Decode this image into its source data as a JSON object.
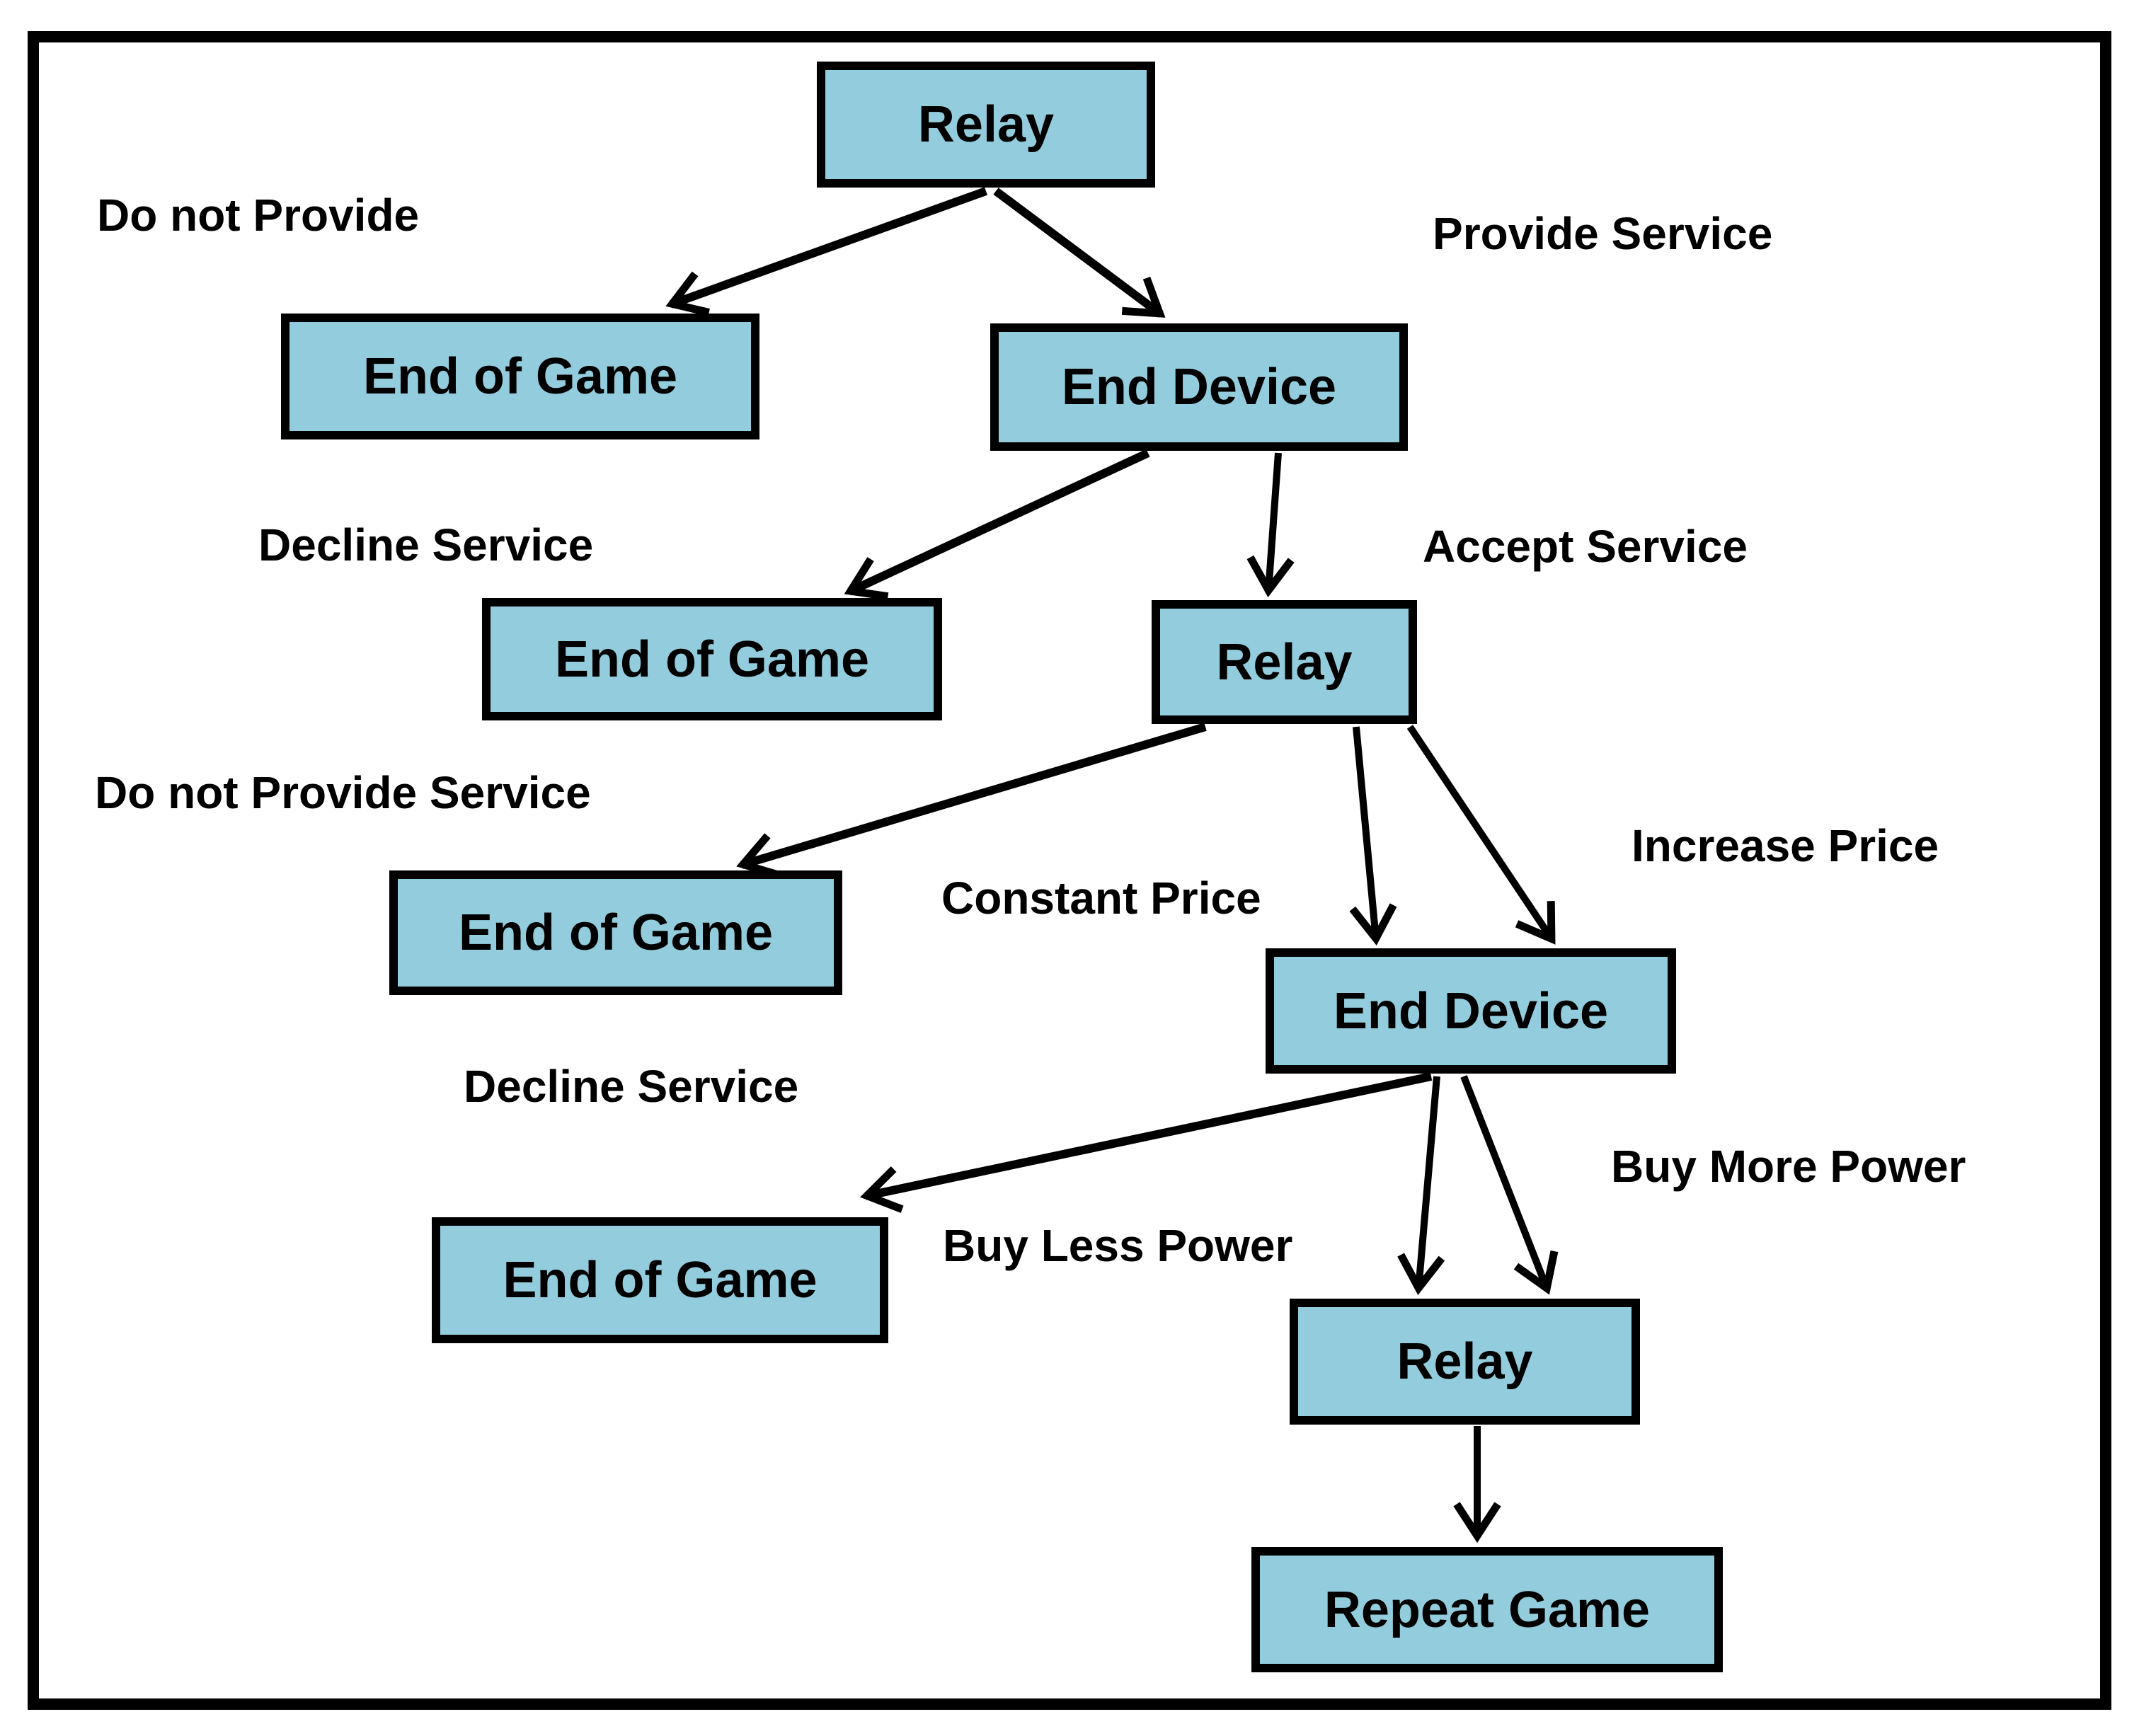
{
  "figure": {
    "type": "game-tree-flowchart",
    "background_color": "#ffffff",
    "outer_border_color": "#000000",
    "node_fill_color": "#93CDDD",
    "node_border_color": "#000000",
    "text_color": "#000000"
  },
  "nodes": [
    {
      "id": "relay-top",
      "label": "Relay"
    },
    {
      "id": "eog1",
      "label": "End of Game"
    },
    {
      "id": "ed1",
      "label": "End Device"
    },
    {
      "id": "eog2",
      "label": "End of Game"
    },
    {
      "id": "relay-mid",
      "label": "Relay"
    },
    {
      "id": "eog3",
      "label": "End of Game"
    },
    {
      "id": "ed2",
      "label": "End Device"
    },
    {
      "id": "eog4",
      "label": "End of Game"
    },
    {
      "id": "relay-bot",
      "label": "Relay"
    },
    {
      "id": "repeat",
      "label": "Repeat Game"
    }
  ],
  "edge_labels": [
    {
      "id": "do-not-provide",
      "text": "Do not Provide"
    },
    {
      "id": "provide-service",
      "text": "Provide Service"
    },
    {
      "id": "decline-service-1",
      "text": "Decline Service"
    },
    {
      "id": "accept-service",
      "text": "Accept Service"
    },
    {
      "id": "do-not-provide-service",
      "text": "Do not Provide Service"
    },
    {
      "id": "constant-price",
      "text": "Constant Price"
    },
    {
      "id": "increase-price",
      "text": "Increase Price"
    },
    {
      "id": "decline-service-2",
      "text": "Decline Service"
    },
    {
      "id": "buy-less-power",
      "text": "Buy Less Power"
    },
    {
      "id": "buy-more-power",
      "text": "Buy More Power"
    }
  ],
  "edges": [
    {
      "from": "relay-top",
      "to": "eog1",
      "label": "Do not Provide"
    },
    {
      "from": "relay-top",
      "to": "ed1",
      "label": "Provide Service"
    },
    {
      "from": "ed1",
      "to": "eog2",
      "label": "Decline Service"
    },
    {
      "from": "ed1",
      "to": "relay-mid",
      "label": "Accept Service"
    },
    {
      "from": "relay-mid",
      "to": "eog3",
      "label": "Do not Provide Service"
    },
    {
      "from": "relay-mid",
      "to": "ed2",
      "label": "Constant Price"
    },
    {
      "from": "relay-mid",
      "to": "ed2",
      "label": "Increase Price"
    },
    {
      "from": "ed2",
      "to": "eog4",
      "label": "Decline Service"
    },
    {
      "from": "ed2",
      "to": "relay-bot",
      "label": "Buy Less Power"
    },
    {
      "from": "ed2",
      "to": "relay-bot",
      "label": "Buy More Power"
    },
    {
      "from": "relay-bot",
      "to": "repeat",
      "label": ""
    }
  ]
}
